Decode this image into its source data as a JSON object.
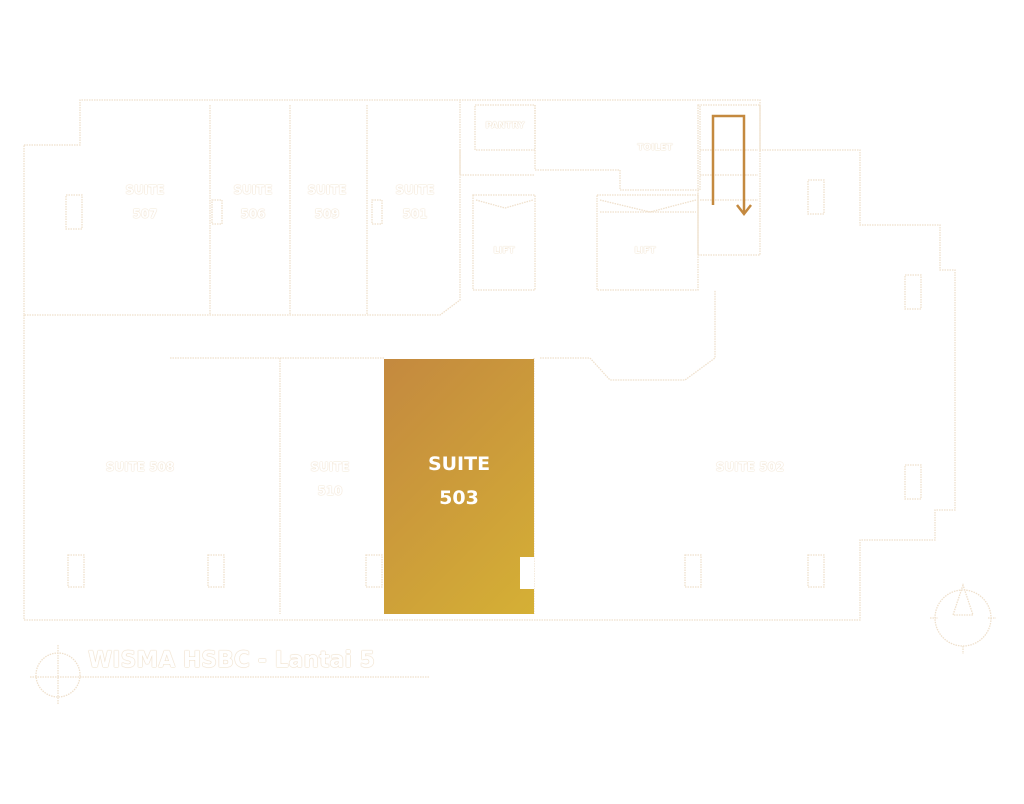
{
  "plan": {
    "title": "WISMA HSBC - Lantai 5",
    "highlight_color": "#cc9c3a",
    "selected_suite": {
      "line1": "SUITE",
      "line2": "503"
    },
    "suites": [
      {
        "line1": "SUITE",
        "line2": "507"
      },
      {
        "line1": "SUITE",
        "line2": "506"
      },
      {
        "line1": "SUITE",
        "line2": "509"
      },
      {
        "line1": "SUITE",
        "line2": "501"
      },
      {
        "label": "SUITE 508"
      },
      {
        "line1": "SUITE",
        "line2": "510"
      },
      {
        "label": "SUITE 502"
      }
    ],
    "facilities": {
      "pantry": "PANTRY",
      "toilet": "TOILET",
      "lift_1": "LIFT",
      "lift_2": "LIFT"
    }
  }
}
